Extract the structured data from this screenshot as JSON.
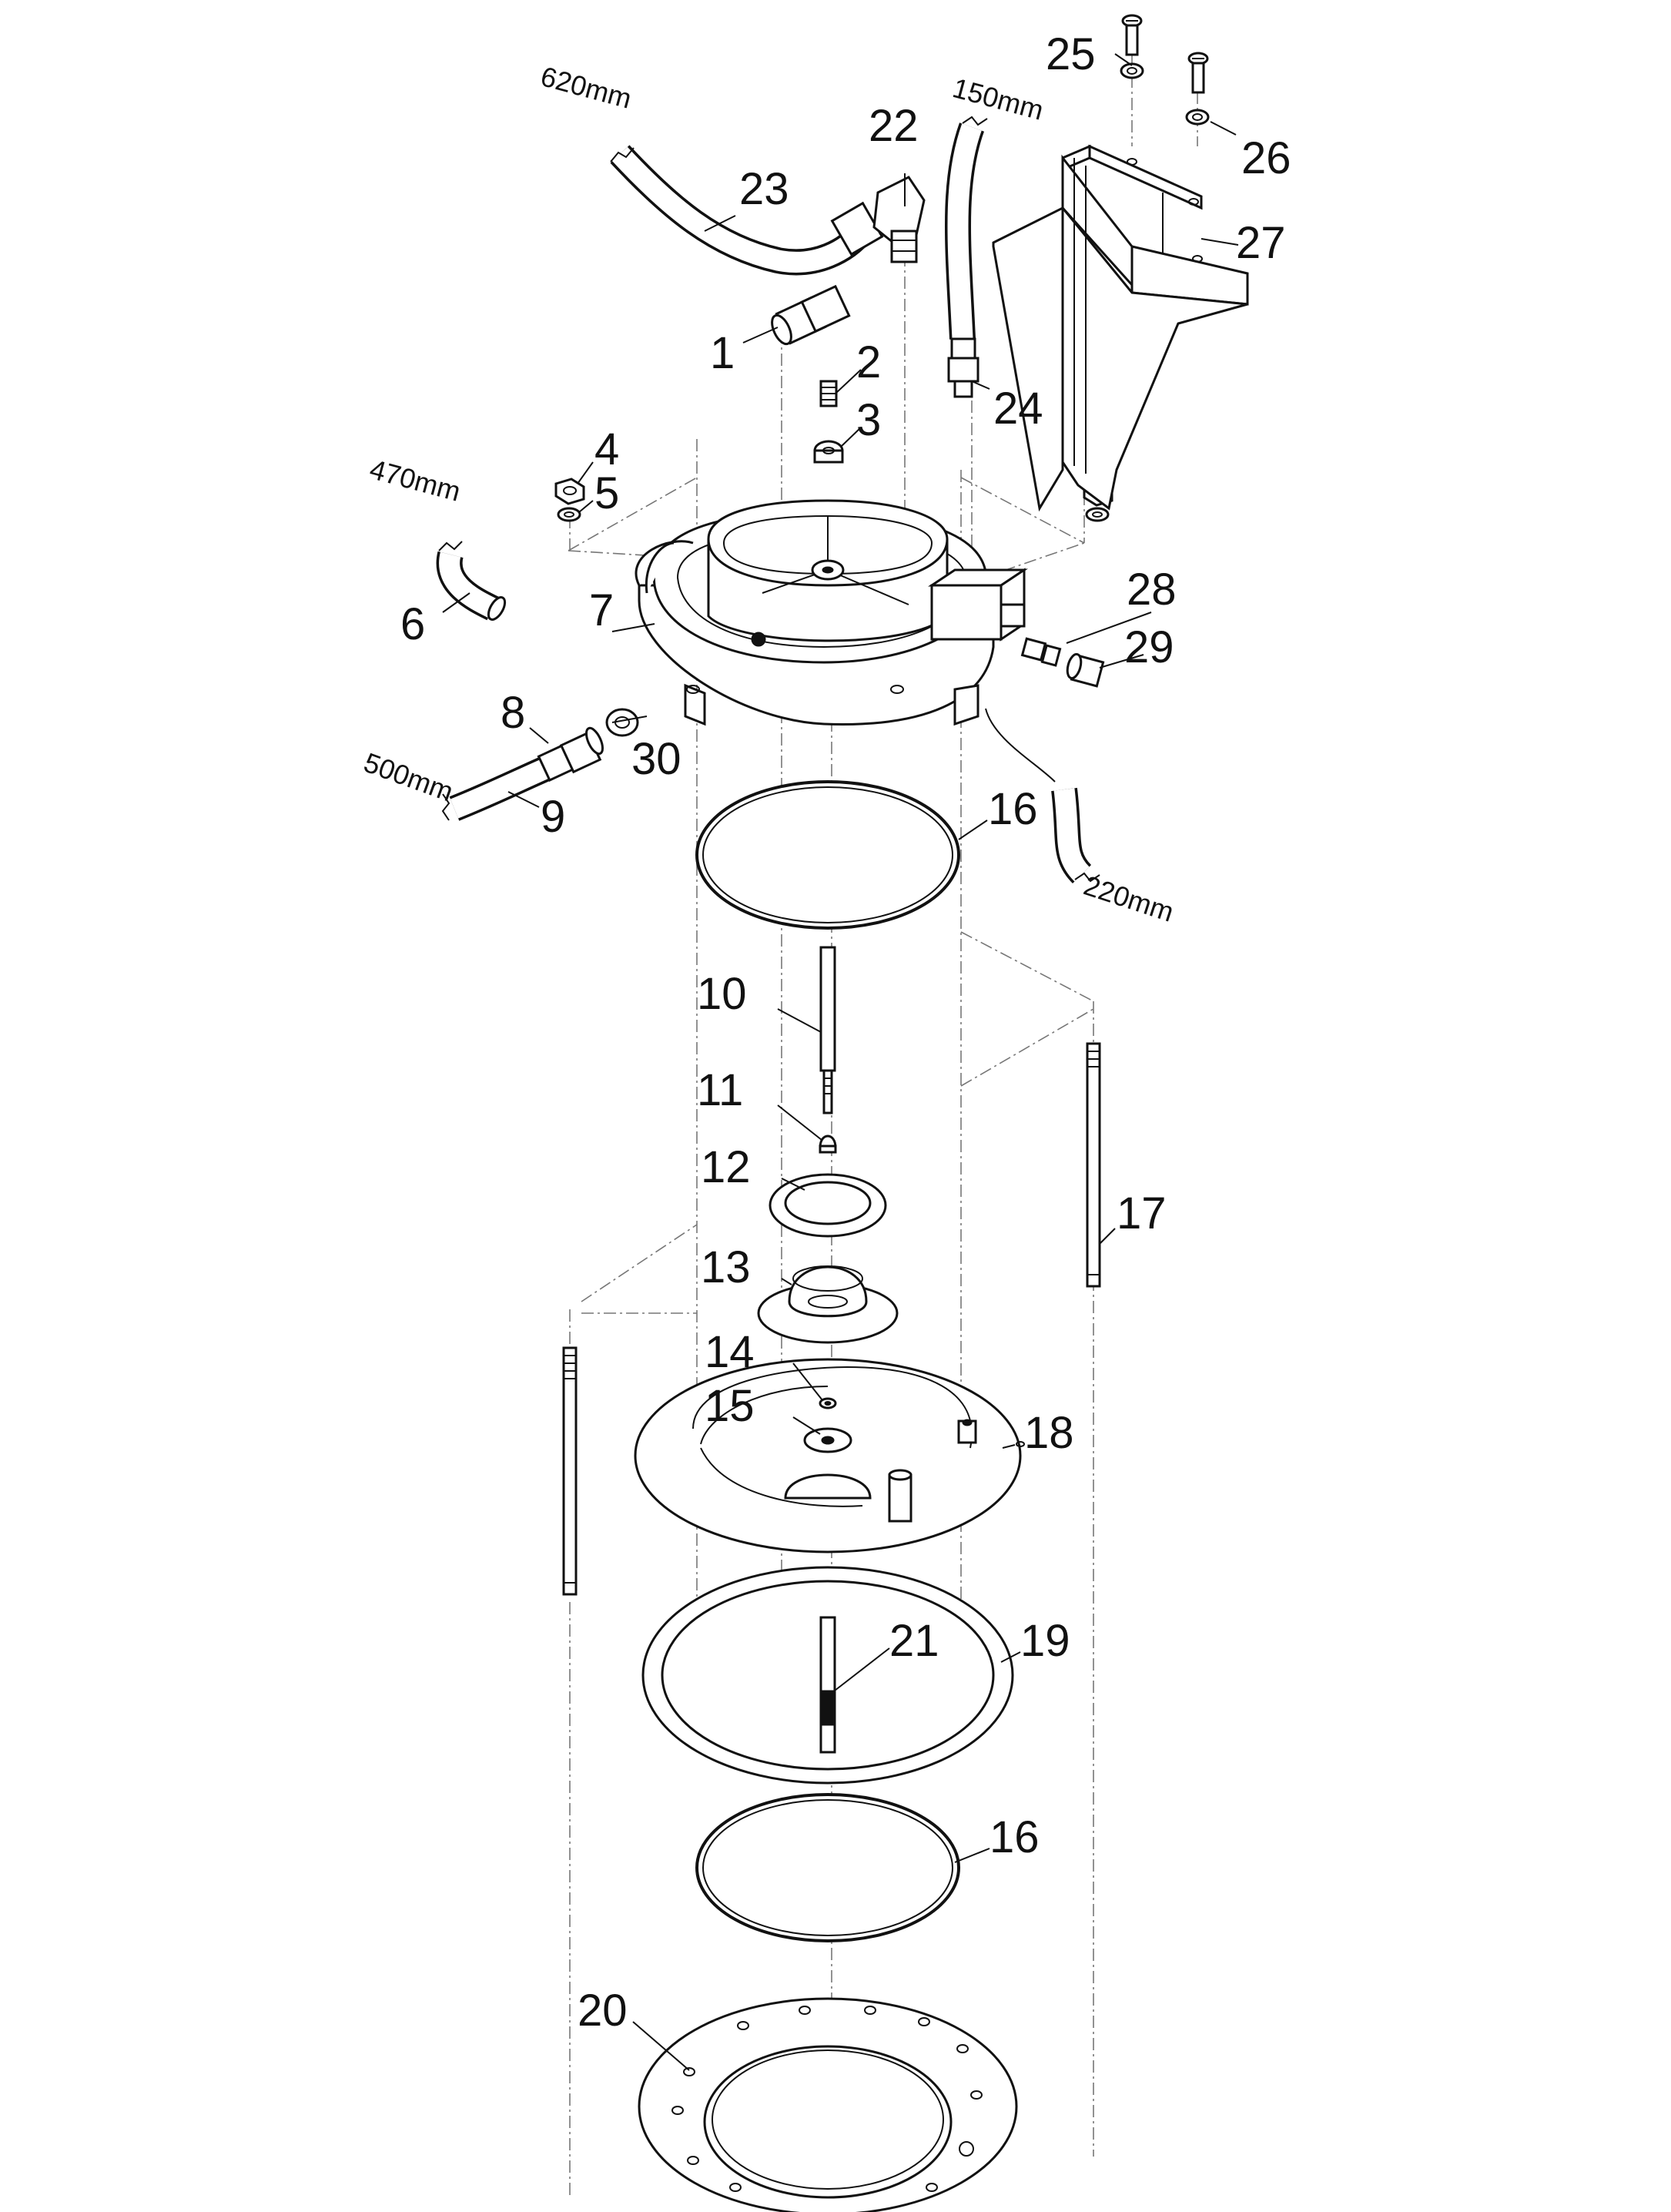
{
  "callouts": [
    "1",
    "2",
    "3",
    "4",
    "5",
    "6",
    "7",
    "8",
    "9",
    "10",
    "11",
    "12",
    "13",
    "14",
    "15",
    "16",
    "16",
    "17",
    "18",
    "19",
    "20",
    "21",
    "22",
    "23",
    "24",
    "25",
    "26",
    "27",
    "28",
    "29",
    "30"
  ],
  "hose_lengths": {
    "hose_23": "620mm",
    "hose_24": "150mm",
    "hose_6": "470mm",
    "hose_9": "500mm",
    "hose_drain": "220mm"
  }
}
